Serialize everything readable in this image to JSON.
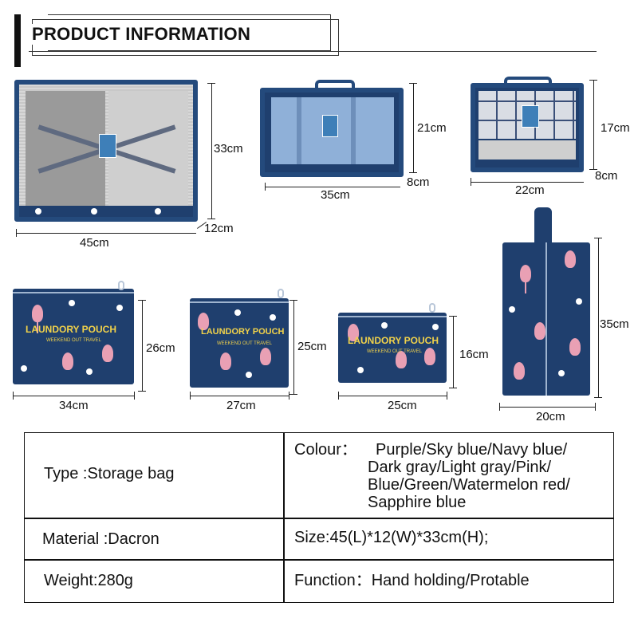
{
  "header": {
    "title": "PRODUCT INFORMATION"
  },
  "bags": {
    "bag1": {
      "width": "45cm",
      "height": "33cm",
      "depth": "12cm"
    },
    "bag2": {
      "width": "35cm",
      "height": "21cm",
      "depth": "8cm"
    },
    "bag3": {
      "width": "22cm",
      "height": "17cm",
      "depth": "8cm"
    },
    "pouch1": {
      "width": "34cm",
      "height": "26cm",
      "text": "LAUNDORY POUCH",
      "sub": "WEEKEND OUT TRAVEL"
    },
    "pouch2": {
      "width": "27cm",
      "height": "25cm",
      "text": "LAUNDORY POUCH",
      "sub": "WEEKEND OUT TRAVEL"
    },
    "pouch3": {
      "width": "25cm",
      "height": "16cm",
      "text": "LAUNDORY POUCH",
      "sub": "WEEKEND OUT TRAVEL"
    },
    "shoe_bag": {
      "width": "20cm",
      "height": "35cm"
    }
  },
  "colors": {
    "bag_navy": "#1f3f6e",
    "flamingo_pink": "#e9a0b4",
    "pouch_text": "#f1d24a"
  },
  "specs": {
    "type": "Type :Storage bag",
    "colour_label": "Colour：",
    "colour_lines": [
      "Purple/Sky blue/Navy blue/",
      "Dark gray/Light gray/Pink/",
      "Blue/Green/Watermelon red/",
      "Sapphire blue"
    ],
    "material": "Material :Dacron",
    "size": "Size:45(L)*12(W)*33cm(H);",
    "weight": "Weight:280g",
    "function": "Function：Hand holding/Protable"
  }
}
